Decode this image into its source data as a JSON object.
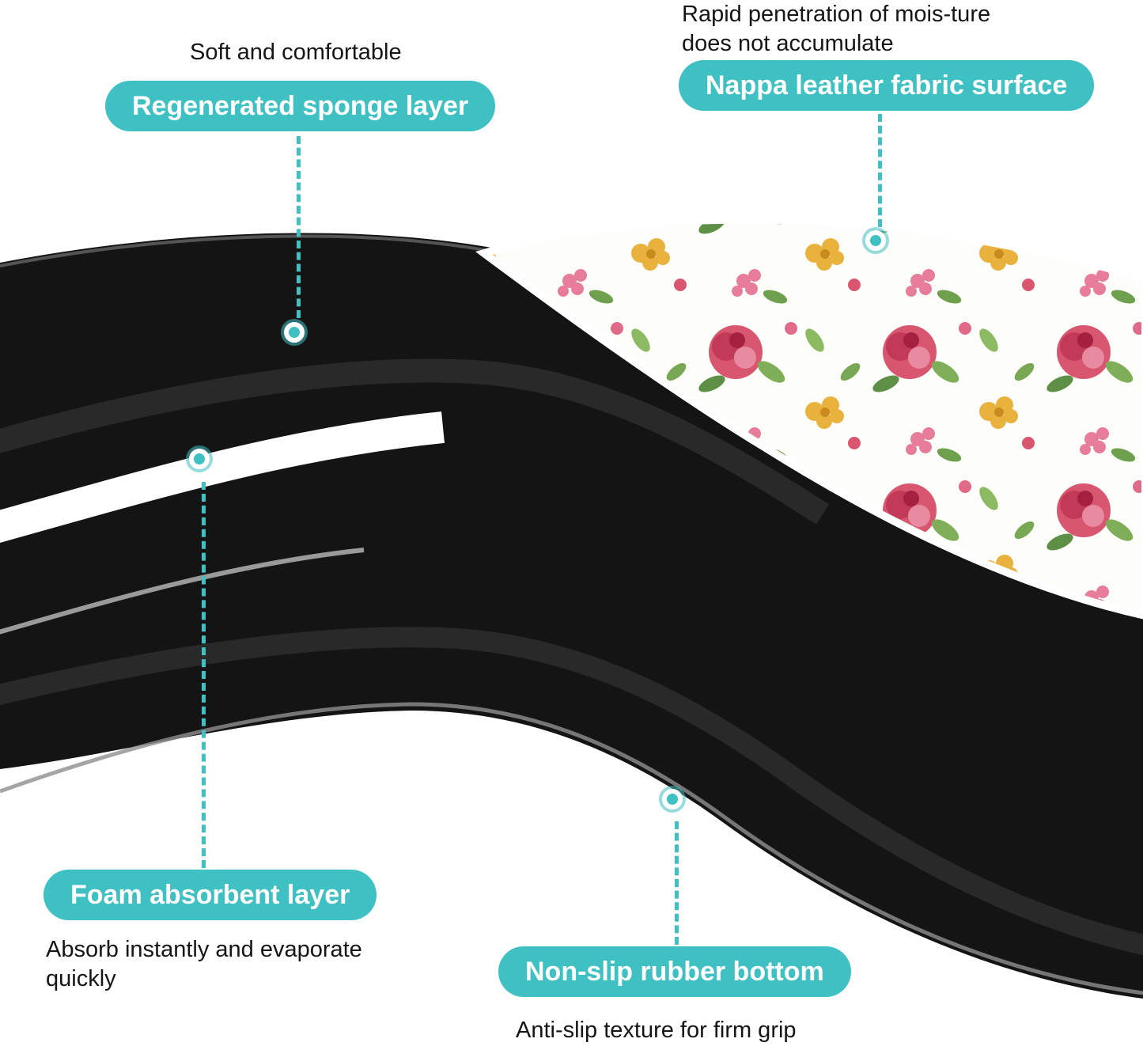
{
  "colors": {
    "accent": "#3fc0c2",
    "pill_text": "#ffffff",
    "note_text": "#151515",
    "mat_black": "#141414",
    "floral_bg": "#fdfdfa"
  },
  "callouts": {
    "sponge": {
      "note": "Soft and comfortable",
      "label": "Regenerated sponge layer"
    },
    "fabric": {
      "note": "Rapid penetration of mois-ture does not accumulate",
      "label": "Nappa leather fabric surface"
    },
    "foam": {
      "label": "Foam absorbent layer",
      "note": "Absorb instantly and evaporate quickly"
    },
    "rubber": {
      "label": "Non-slip rubber bottom",
      "note": "Anti-slip texture for firm grip"
    }
  }
}
